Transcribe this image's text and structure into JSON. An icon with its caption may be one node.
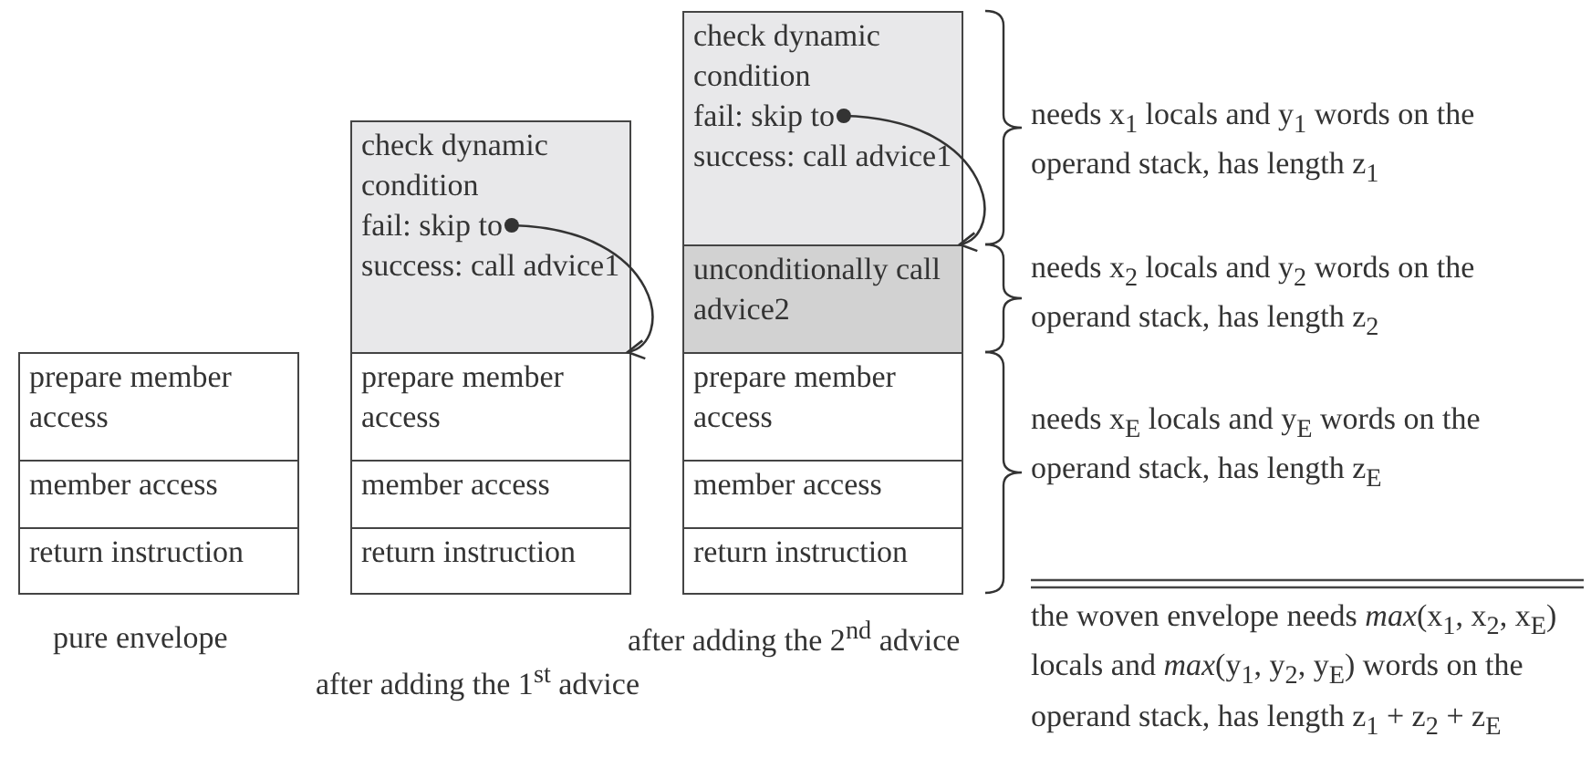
{
  "diagram": {
    "nodes": [
      {
        "text": [
          "prepare member access"
        ]
      },
      {
        "text": [
          "member access"
        ]
      },
      {
        "text": [
          "return instruction"
        ]
      },
      {
        "text": [
          "check dynamic condition",
          "fail: skip to",
          "success: call advice1"
        ]
      },
      {
        "text": [
          "prepare member access"
        ]
      },
      {
        "text": [
          "member access"
        ]
      },
      {
        "text": [
          "return instruction"
        ]
      },
      {
        "text": [
          "check dynamic condition",
          "fail: skip to",
          "success: call advice1"
        ]
      },
      {
        "text": [
          "unconditionally call advice2"
        ]
      },
      {
        "text": [
          "prepare member access"
        ]
      },
      {
        "text": [
          "member access"
        ]
      },
      {
        "text": [
          "return instruction"
        ]
      }
    ],
    "edges": [
      {
        "from": 3,
        "to": 4,
        "arrow": "to"
      },
      {
        "from": 7,
        "to": 8,
        "arrow": "to"
      }
    ],
    "labels": [
      "needs x$_{1}$ locals and y$_{1}$ words on the operand stack, has length z$_{1}$",
      "needs x$_{2}$ locals and y$_{2}$ words on the operand stack, has length z$_{2}$",
      "needs x$_{E}$ locals and y$_{E}$ words on the operand stack, has length z$_{E}$",
      "after adding the 2$^{nd}$ advice",
      "the woven envelope needs *max*(x$_{1}$, x$_{2}$, x$_{E}$) locals and *max*(y$_{1}$, y$_{2}$, y$_{E}$) words on the operand stack, has length z$_{1}$ + z$_{2}$ + z$_{E}$",
      "pure envelope",
      "after adding the 1$^{st}$ advice"
    ]
  }
}
